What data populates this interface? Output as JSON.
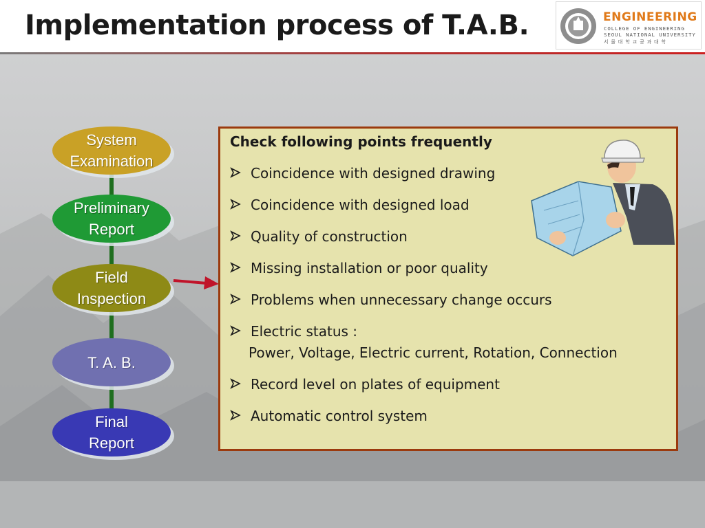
{
  "slide": {
    "title": "Implementation process of T.A.B.",
    "colors": {
      "title_rule": "#b03030",
      "panel_border": "#9b3a0e",
      "panel_fill": "#e6e3ad",
      "connector": "#1f6e1f",
      "arrow": "#c0142a"
    }
  },
  "logo": {
    "line1": "ENGINEERING",
    "line2": "COLLEGE OF ENGINEERING",
    "line3": "SEOUL NATIONAL UNIVERSITY",
    "line4": "서울대학교공과대학",
    "accent_color": "#e07a1a"
  },
  "process": {
    "steps": [
      {
        "label": "System\nExamination",
        "color": "#c9a126"
      },
      {
        "label": "Preliminary\nReport",
        "color": "#1f9a35"
      },
      {
        "label": "Field\nInspection",
        "color": "#8e8a16"
      },
      {
        "label": "T. A. B.",
        "color": "#7070b0"
      },
      {
        "label": "Final\nReport",
        "color": "#3939b4"
      }
    ],
    "active_step": "Field\nInspection",
    "arrow_icon": "right-arrow-icon"
  },
  "checklist": {
    "heading": "Check following points frequently",
    "bullet_icon": "arrowhead-bullet-icon",
    "items": [
      {
        "text": "Coincidence with designed drawing"
      },
      {
        "text": "Coincidence with designed load"
      },
      {
        "text": "Quality of construction"
      },
      {
        "text": "Missing installation or poor quality"
      },
      {
        "text": "Problems when unnecessary change occurs"
      },
      {
        "text": "Electric status :",
        "subtext": "Power, Voltage, Electric current, Rotation, Connection"
      },
      {
        "text": "Record level on plates of equipment"
      },
      {
        "text": "Automatic control system"
      }
    ]
  },
  "illustration": {
    "icon": "engineer-with-blueprint-icon"
  }
}
